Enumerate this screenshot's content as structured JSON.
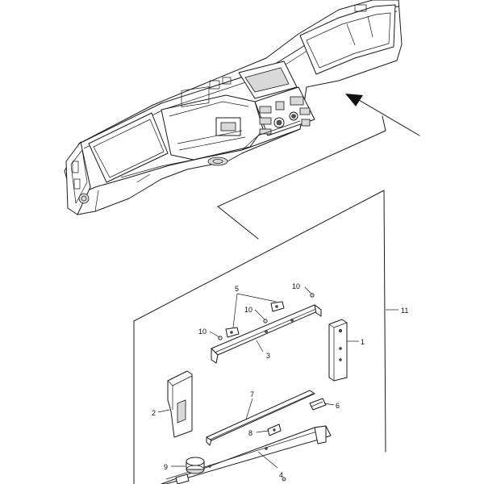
{
  "callouts": {
    "c1": "1",
    "c2": "2",
    "c3": "3",
    "c4": "4",
    "c5": "5",
    "c6": "6",
    "c7": "7",
    "c8": "8",
    "c9": "9",
    "c10a": "10",
    "c10b": "10",
    "c10c": "10",
    "c11": "11"
  }
}
